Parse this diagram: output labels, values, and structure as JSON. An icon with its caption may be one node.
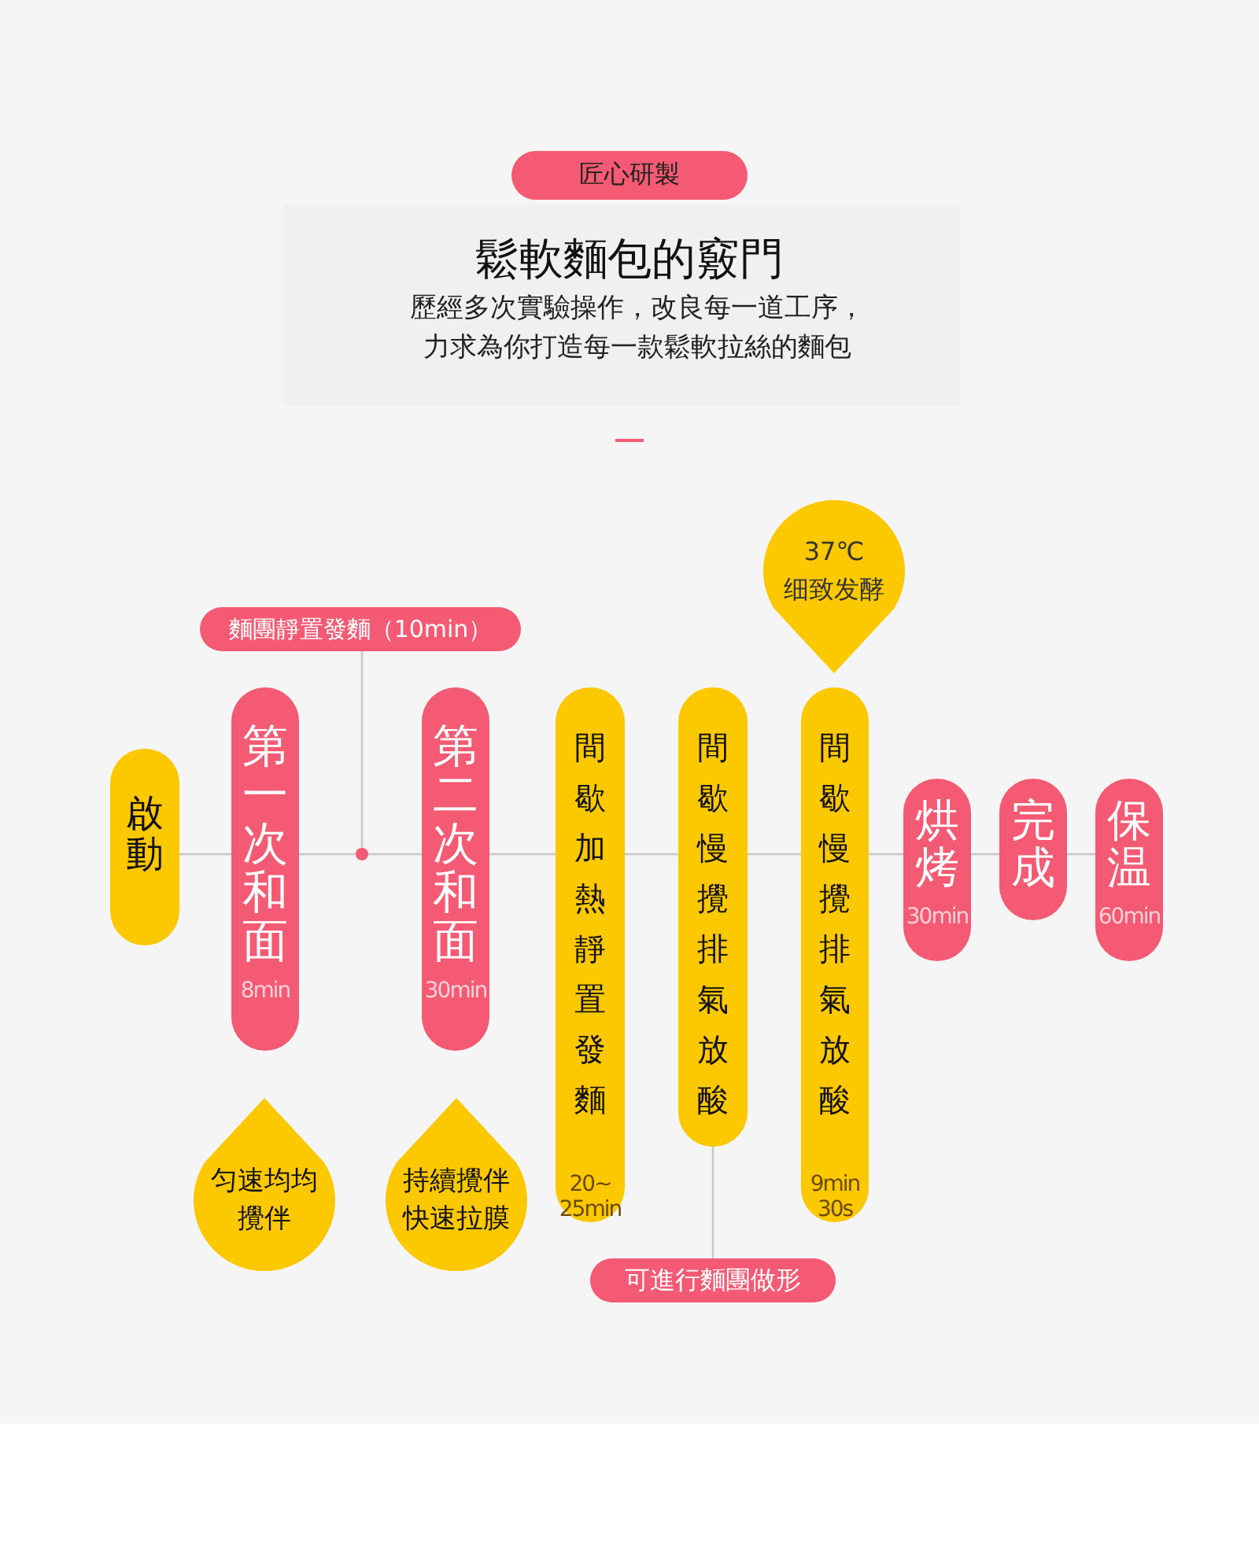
{
  "diagram": {
    "title": "鬆軟麵包的竅門",
    "nodes": [
      {
        "text": [
          "匠心研製"
        ]
      },
      {
        "text": [
          "啟動"
        ]
      },
      {
        "text": [
          "第一次和面",
          "8min"
        ]
      },
      {
        "text": [
          "第二次和面",
          "30min"
        ]
      },
      {
        "text": [
          "間歇加熱靜置發麵",
          "20~ 25min"
        ]
      },
      {
        "text": [
          "間歇慢攪排氣放酸"
        ]
      },
      {
        "text": [
          "間歇慢攪排氣放酸",
          "9min 30s"
        ]
      },
      {
        "text": [
          "烘烤",
          "30min"
        ]
      },
      {
        "text": [
          "完成"
        ]
      },
      {
        "text": [
          "保温",
          "60min"
        ]
      },
      {
        "text": [
          "麵團靜置發麵（10min）"
        ]
      },
      {
        "text": [
          "可進行麵團做形"
        ]
      },
      {
        "text": [
          "37℃",
          "细致发酵"
        ]
      },
      {
        "text": [
          "匀速均均攪伴"
        ]
      },
      {
        "text": [
          "持續攪伴快速拉膜"
        ]
      },
      {
        "text": [],
        "shape": "circle"
      }
    ],
    "edges": [
      {
        "from": 1,
        "to": 2,
        "arrow": "none"
      },
      {
        "from": 2,
        "to": 15,
        "arrow": "none"
      },
      {
        "from": 15,
        "to": 3,
        "arrow": "none"
      },
      {
        "from": 3,
        "to": 4,
        "arrow": "none"
      },
      {
        "from": 4,
        "to": 5,
        "arrow": "none"
      },
      {
        "from": 5,
        "to": 6,
        "arrow": "none"
      },
      {
        "from": 6,
        "to": 7,
        "arrow": "none"
      },
      {
        "from": 7,
        "to": 8,
        "arrow": "none"
      },
      {
        "from": 8,
        "to": 9,
        "arrow": "none"
      },
      {
        "from": 10,
        "to": 15,
        "arrow": "none"
      },
      {
        "from": 5,
        "to": 11,
        "arrow": "none"
      }
    ],
    "labels": [
      "歷經多次實驗操作，改良每一道工序，力求為你打造每一款鬆軟拉絲的麵包"
    ]
  }
}
